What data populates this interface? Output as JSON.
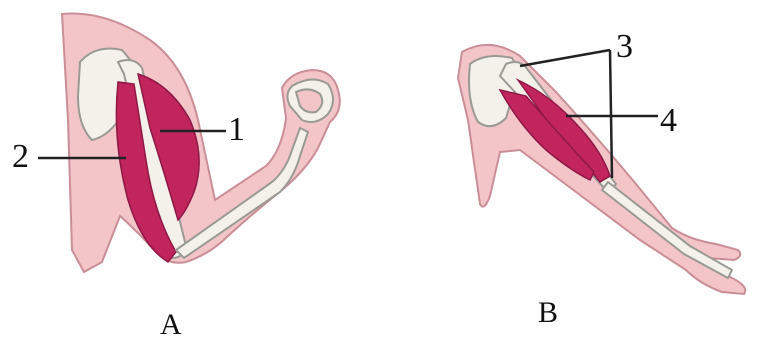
{
  "figure_a": {
    "caption": "A",
    "labels": {
      "biceps": "1",
      "triceps": "2"
    }
  },
  "figure_b": {
    "caption": "B",
    "labels": {
      "tendon": "3",
      "muscle_belly": "4"
    }
  },
  "colors": {
    "skin": "#f3c5c9",
    "skin_edge": "#c98e96",
    "muscle": "#c2255c",
    "muscle_dark": "#8e1846",
    "bone": "#f4f1ea",
    "bone_edge": "#9a9a94",
    "line": "#222222"
  }
}
